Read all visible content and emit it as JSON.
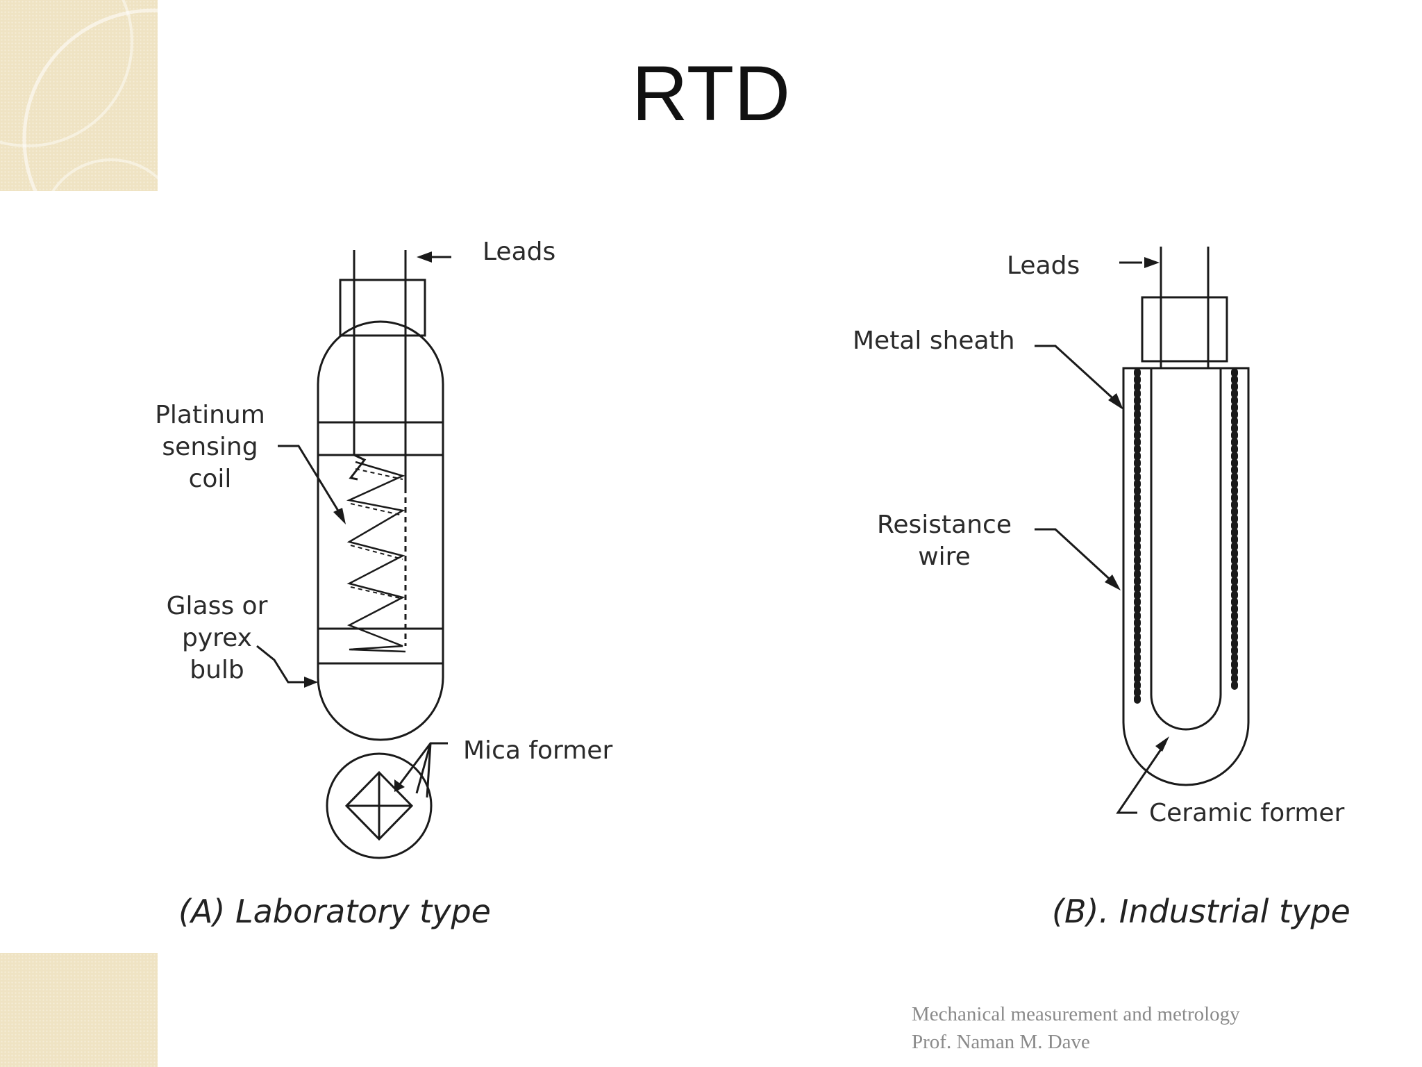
{
  "slide": {
    "title": "RTD"
  },
  "panel_a": {
    "labels": {
      "leads": "Leads",
      "platinum_coil": [
        "Platinum",
        "sensing",
        "coil"
      ],
      "glass_bulb": [
        "Glass or",
        "pyrex",
        "bulb"
      ],
      "mica_former": "Mica former"
    },
    "caption": "(A) Laboratory type"
  },
  "panel_b": {
    "labels": {
      "leads": "Leads",
      "metal_sheath": "Metal sheath",
      "resistance_wire": [
        "Resistance",
        "wire"
      ],
      "ceramic_former": "Ceramic former"
    },
    "caption": "(B). Industrial type"
  },
  "footer": {
    "course": "Mechanical  measurement  and metrology",
    "author": "Prof. Naman  M. Dave"
  },
  "colors": {
    "line": "#1a1a1a",
    "decor": "#efe3c3",
    "footer_text": "#8a8a8a"
  }
}
